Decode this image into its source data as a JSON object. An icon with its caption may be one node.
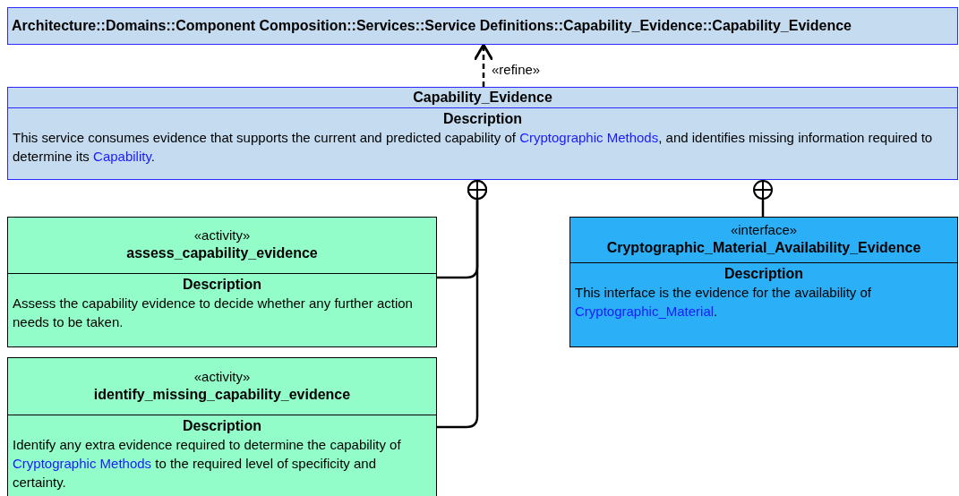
{
  "diagram": {
    "nodes": [
      {
        "text": [
          "Architecture::Domains::Component Composition::Services::Service Definitions::Capability_Evidence::Capability_Evidence"
        ]
      },
      {
        "text": [
          "Capability_Evidence",
          "Description",
          "This service consumes evidence that supports the current and predicted capability of *Cryptographic Methods*, and identifies missing information required to determine its *Capability*."
        ]
      },
      {
        "text": [
          "«activity»",
          "assess_capability_evidence",
          "Description",
          "Assess the capability evidence to decide whether any further action needs to be taken."
        ]
      },
      {
        "text": [
          "«activity»",
          "identify_missing_capability_evidence",
          "Description",
          "Identify any extra evidence required to determine the capability of *Cryptographic Methods* to the required level of specificity and certainty."
        ]
      },
      {
        "text": [
          "«interface»",
          "Cryptographic_Material_Availability_Evidence",
          "Description",
          "This interface is the evidence for the availability of *Cryptographic_Material*."
        ]
      }
    ],
    "edges": [
      {
        "from": 1,
        "to": 0,
        "arrow": "to",
        "style": "dashed",
        "label": "«refine»"
      },
      {
        "from": 2,
        "to": 1,
        "arrow": "other"
      },
      {
        "from": 3,
        "to": 1,
        "arrow": "other"
      },
      {
        "from": 4,
        "to": 1,
        "arrow": "other"
      }
    ]
  }
}
